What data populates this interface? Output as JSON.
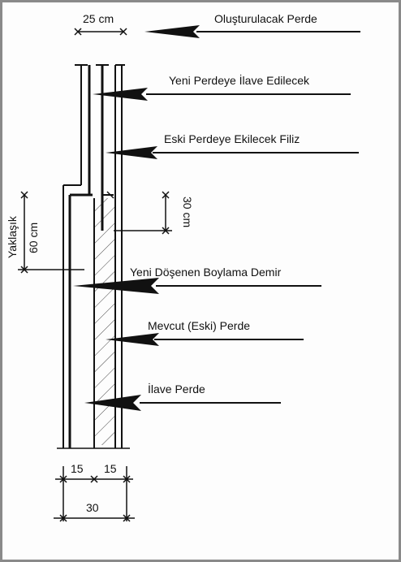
{
  "labels": {
    "olusturulacak_perde": "Oluşturulacak Perde",
    "yeni_perdeye_ilave": "Yeni Perdeye İlave Edilecek",
    "eski_perdeye_filiz": "Eski Perdeye Ekilecek Filiz",
    "yeni_dosenen_boylama": "Yeni Döşenen Boylama Demir",
    "mevcut_eski_perde": "Mevcut (Eski) Perde",
    "ilave_perde": "İlave Perde"
  },
  "dimensions": {
    "top_width": "25 cm",
    "lap_vertical": "30 cm",
    "approx_word": "Yaklaşık",
    "approx_value": "60 cm",
    "bottom_left": "15",
    "bottom_right": "15",
    "bottom_total": "30"
  },
  "colors": {
    "ink": "#111111",
    "hatch": "#444444",
    "frame": "#8a8a8a"
  }
}
